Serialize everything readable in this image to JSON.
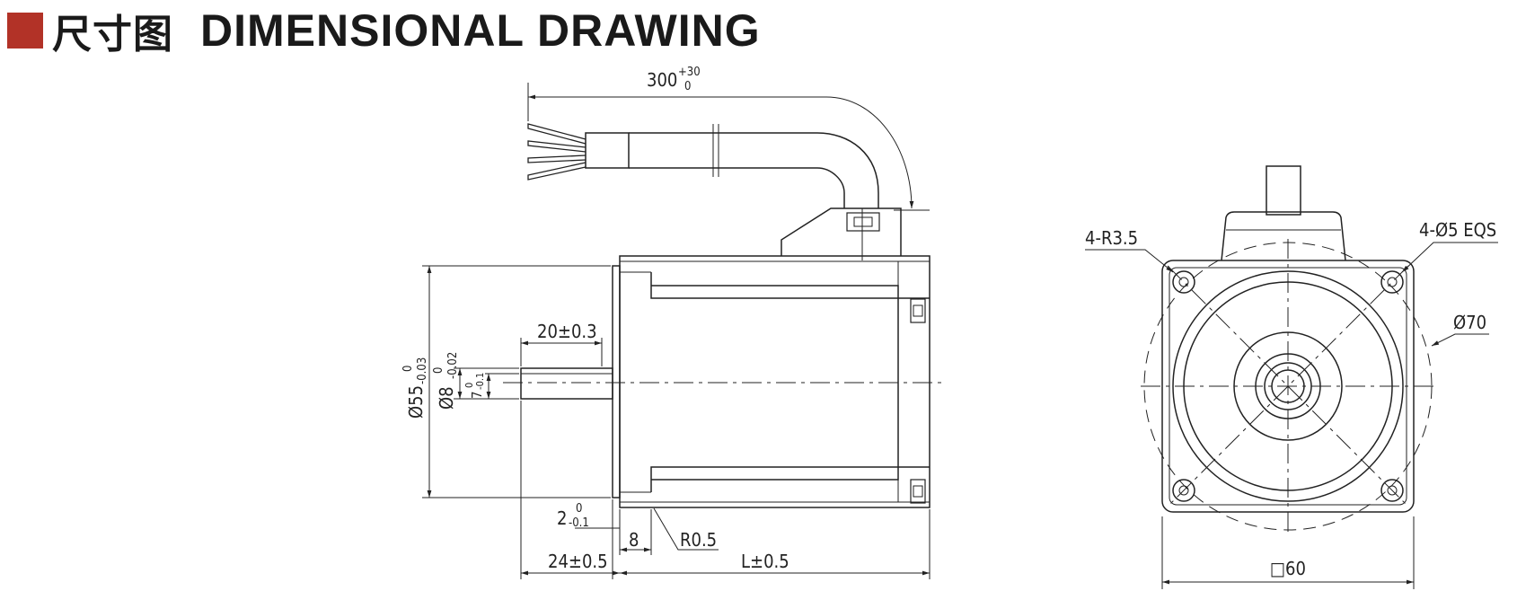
{
  "header": {
    "title_cn": "尺寸图",
    "title_en": "DIMENSIONAL DRAWING",
    "accent_color": "#b23227"
  },
  "side_view": {
    "cable_length": "300",
    "cable_tol_upper": "+30",
    "cable_tol_lower": "0",
    "shaft_length": "20±0.3",
    "flange_dia": "Ø55",
    "flange_dia_tol_upper": "0",
    "flange_dia_tol_lower": "-0.03",
    "shaft_dia": "Ø8",
    "shaft_dia_tol_upper": "0",
    "shaft_dia_tol_lower": "-0.02",
    "flat": "7",
    "flat_tol_upper": "0",
    "flat_tol_lower": "-0.1",
    "pilot_depth": "2",
    "pilot_tol_upper": "0",
    "pilot_tol_lower": "-0.1",
    "flange_thickness": "8",
    "fillet": "R0.5",
    "shaft_total": "24±0.5",
    "body_length": "L±0.5"
  },
  "front_view": {
    "corner_radius": "4-R3.5",
    "holes": "4-Ø5 EQS",
    "bolt_circle": "Ø70",
    "square": "□60"
  }
}
